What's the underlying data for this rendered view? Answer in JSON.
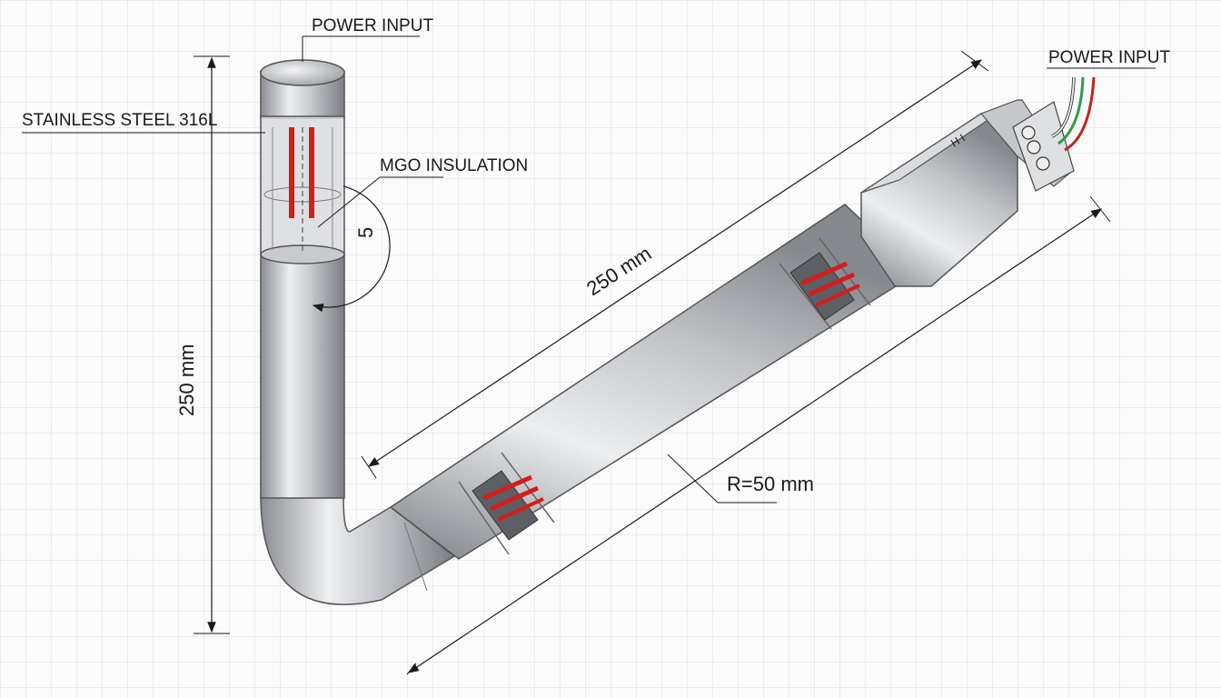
{
  "labels": {
    "power_input_top": "POWER INPUT",
    "power_input_right": "POWER INPUT",
    "material": "STAINLESS STEEL 316L",
    "insulation": "MGO INSULATION",
    "detail_marker": "5",
    "vertical_dimension": "250 mm",
    "diagonal_dimension": "250 mm",
    "bend_radius": "R=50 mm",
    "terminal_mark": "H  I"
  },
  "colors": {
    "background": "#fbfbfb",
    "grid": "#dcdcdc",
    "steel_dark": "#8a8d92",
    "steel_light": "#eeeff1",
    "heating_element": "#d41d1d",
    "wire_green": "#2e9b45",
    "wire_red": "#c4221d",
    "wire_white": "#e8e8e8",
    "dimension_line": "#1a1a1a"
  }
}
